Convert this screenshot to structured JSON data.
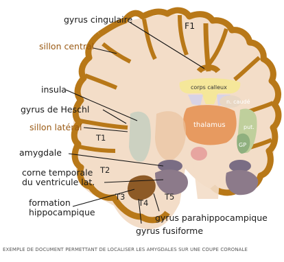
{
  "labels": {
    "gyrus_cingulaire": "gyrus cingulaire",
    "f1": "F1",
    "sillon_central": "sillon central",
    "insula": "insula",
    "gyrus_heschl": "gyrus de Heschl",
    "sillon_lateral": "sillon latéral",
    "t1": "T1",
    "amygdale": "amygdale",
    "corne_temporale_l1": "corne temporale",
    "corne_temporale_l2": "du ventricule lat.",
    "t2": "T2",
    "formation_l1": "formation",
    "formation_l2": "hippocampique",
    "t3": "T3",
    "t4": "T4",
    "t5": "T5",
    "gyrus_parahippocampique": "gyrus parahippocampique",
    "gyrus_fusiforme": "gyrus fusiforme",
    "corps_calleux": "corps calleux",
    "n_caude": "n. caudé",
    "thalamus": "thalamus",
    "put": "put.",
    "gp": "GP"
  },
  "caption": "EXEMPLE DE DOCUMENT PERMETTANT DE LOCALISER LES AMYGDALES SUR UNE COUPE CORONALE",
  "colors": {
    "cortex": "#b87818",
    "white_matter": "#f3ddc8",
    "corpus_callosum": "#f5e79a",
    "thalamus": "#e79a60",
    "putamen": "#bfcf9c",
    "globus_pallidus": "#8fb07f",
    "insula": "#c4cfc0",
    "ventricle": "#8c7a8a",
    "hippocampus": "#8d5a26",
    "label_accent": "#9a5a14"
  }
}
